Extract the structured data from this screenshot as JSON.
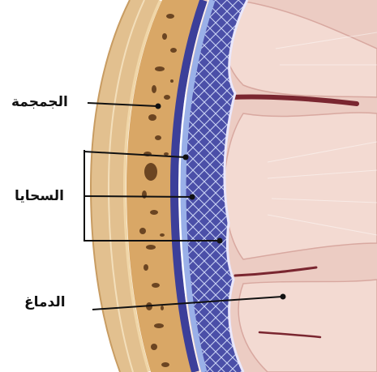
{
  "labels": {
    "skull": "الجمجمة",
    "meninges": "السحايا",
    "brain": "الدماغ"
  },
  "colors": {
    "background": "#ffffff",
    "skin": "#e2c08f",
    "bone": "#d9a766",
    "bone_pores": "#6b4522",
    "dura_blue": "#3c3f9a",
    "arachnoid_lightblue": "#9ab0e8",
    "brain_pink": "#ecccc3",
    "brain_gyrus": "#f4dcd4",
    "sulcus_dark": "#7a2630",
    "leader": "#111111"
  }
}
